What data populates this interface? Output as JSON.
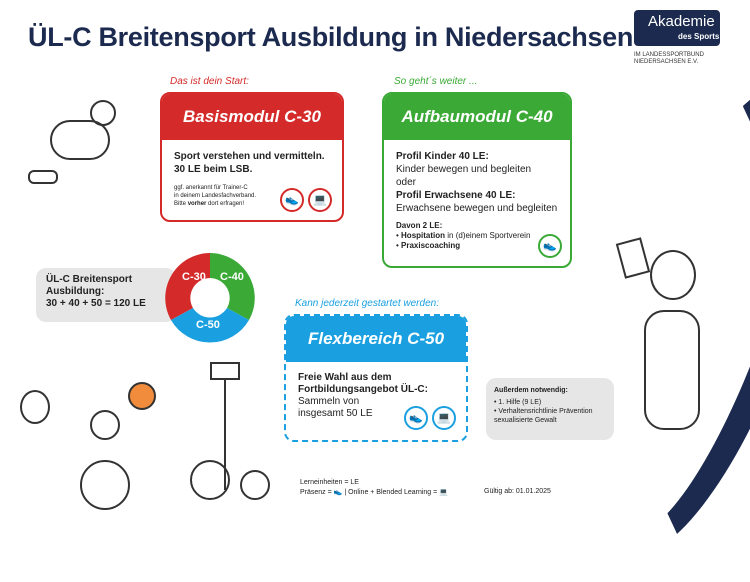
{
  "title": "ÜL-C Breitensport Ausbildung in Niedersachsen",
  "logo": {
    "name": "Akademie",
    "sub": "des Sports",
    "org": "IM LANDESSPORTBUND NIEDERSACHSEN E.V."
  },
  "basis": {
    "label": "Das ist dein Start:",
    "title": "Basismodul C-30",
    "line1": "Sport verstehen und vermitteln.",
    "line2": "30 LE beim LSB.",
    "note1": "ggf. anerkannt für Trainer-C",
    "note2": "in deinem Landesfachverband.",
    "note3a": "Bitte ",
    "note3b": "vorher",
    "note3c": " dort erfragen!",
    "color": "#d42a2a"
  },
  "aufbau": {
    "label": "So geht´s weiter ...",
    "title": "Aufbaumodul C-40",
    "p1h": "Profil Kinder 40 LE:",
    "p1": "Kinder bewegen und begleiten",
    "or": "oder",
    "p2h": "Profil Erwachsene 40 LE:",
    "p2": "Erwachsene bewegen und begleiten",
    "davon": "Davon 2 LE:",
    "b1a": "Hospitation",
    "b1b": " in (d)einem Sportverein",
    "b2": "Praxiscoaching",
    "color": "#3aa935"
  },
  "summary": {
    "l1": "ÜL-C Breitensport",
    "l2": "Ausbildung:",
    "l3": "30 + 40 + 50 = 120 LE"
  },
  "ring": {
    "s1": "C-30",
    "s2": "C-40",
    "s3": "C-50"
  },
  "flex": {
    "label": "Kann jederzeit gestartet werden:",
    "title": "Flexbereich C-50",
    "l1": "Freie Wahl aus dem",
    "l2": "Fortbildungsangebot ÜL-C:",
    "l3": "Sammeln von",
    "l4": "insgesamt 50 LE",
    "color": "#1aa0e0"
  },
  "extra": {
    "head": "Außerdem notwendig:",
    "i1": "1. Hilfe (9 LE)",
    "i2": "Verhaltensrichtlinie Prävention sexualisierte Gewalt"
  },
  "legend": {
    "l1": "Lerneinheiten = LE",
    "l2a": "Präsenz = ",
    "l2b": " | Online + Blended Learning = "
  },
  "valid": "Gültig ab: 01.01.2025"
}
